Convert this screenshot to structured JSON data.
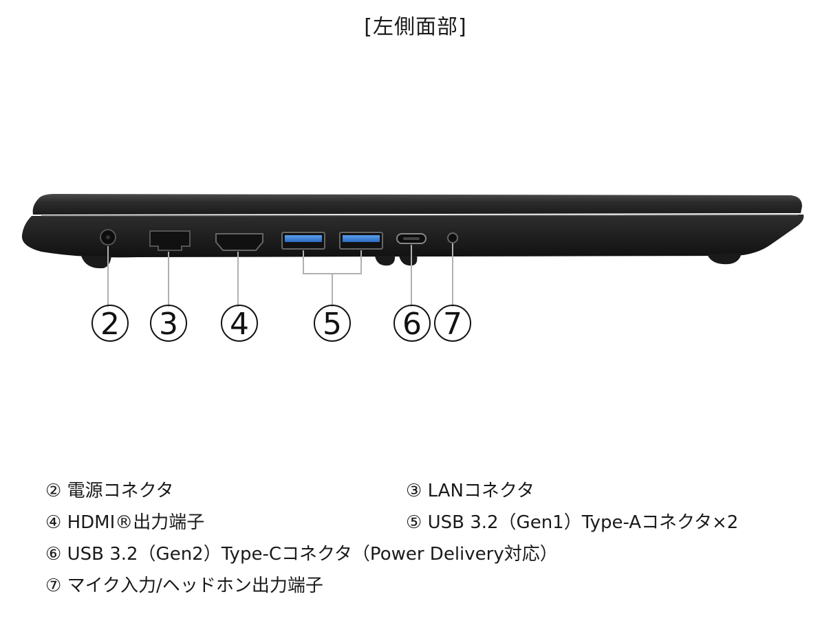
{
  "title": "[左側面部]",
  "callouts": [
    {
      "num": "2"
    },
    {
      "num": "3"
    },
    {
      "num": "4"
    },
    {
      "num": "5"
    },
    {
      "num": "6"
    },
    {
      "num": "7"
    }
  ],
  "legend": {
    "item2": "② 電源コネクタ",
    "item3": "③ LANコネクタ",
    "item4": "④ HDMI®出力端子",
    "item5": "⑤ USB 3.2（Gen1）Type-Aコネクタ×2",
    "item6": "⑥ USB 3.2（Gen2）Type-Cコネクタ（Power Delivery対応）",
    "item7": "⑦ マイク入力/ヘッドホン出力端子"
  },
  "colors": {
    "body": "#2a2a2a",
    "port_blue": "#3a7fd0",
    "line": "#b0b0b0"
  },
  "icons": {
    "laptop": "laptop-side-view-icon"
  }
}
